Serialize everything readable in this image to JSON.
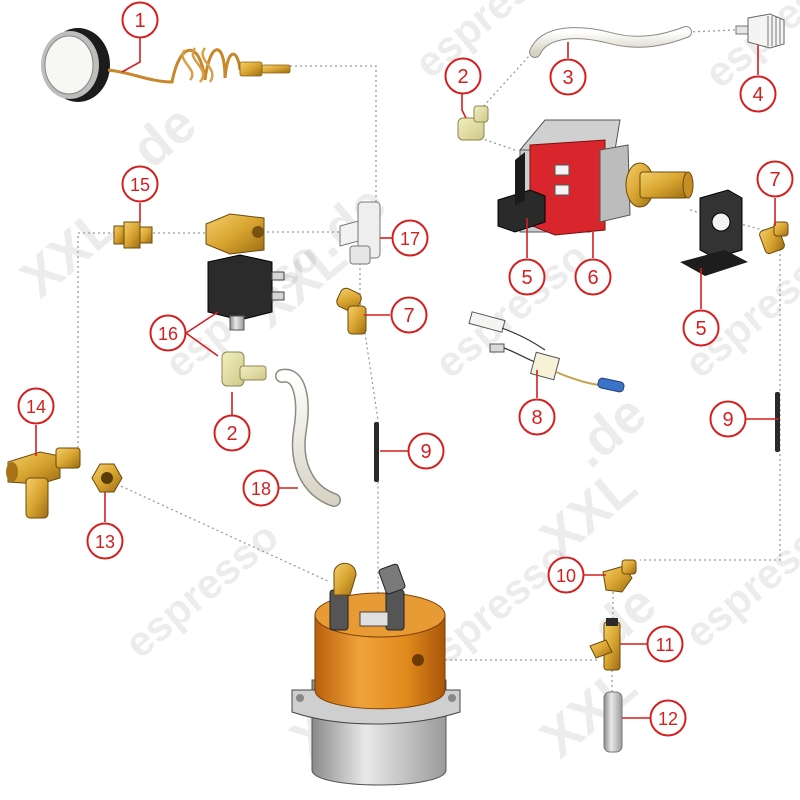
{
  "watermark": {
    "prefix": "espresso",
    "brand": "XXL",
    "suffix": ".de"
  },
  "colors": {
    "callout_stroke": "#d41f1f",
    "callout_text": "#d41f1f",
    "leader": "#d41f1f",
    "dotted_line": "#9a9a9a",
    "brass": "#d9a531",
    "boiler_orange": "#e8901f",
    "pump_red": "#d9262c"
  },
  "parts": [
    {
      "id": "p1",
      "label": "1",
      "name": "pressure gauge with capillary",
      "icon": "gauge-icon"
    },
    {
      "id": "p2a",
      "label": "2",
      "name": "angled hose connector",
      "icon": "elbow-connector-icon"
    },
    {
      "id": "p2b",
      "label": "2",
      "name": "angled hose connector",
      "icon": "elbow-connector-icon"
    },
    {
      "id": "p3",
      "label": "3",
      "name": "silicone hose",
      "icon": "hose-icon"
    },
    {
      "id": "p4",
      "label": "4",
      "name": "water inlet filter",
      "icon": "filter-icon"
    },
    {
      "id": "p5a",
      "label": "5",
      "name": "pump bracket",
      "icon": "bracket-icon"
    },
    {
      "id": "p5b",
      "label": "5",
      "name": "pump bracket",
      "icon": "bracket-icon"
    },
    {
      "id": "p6",
      "label": "6",
      "name": "vibration pump",
      "icon": "pump-icon"
    },
    {
      "id": "p7a",
      "label": "7",
      "name": "brass elbow fitting",
      "icon": "fitting-icon"
    },
    {
      "id": "p7b",
      "label": "7",
      "name": "brass elbow fitting",
      "icon": "fitting-icon"
    },
    {
      "id": "p8",
      "label": "8",
      "name": "temperature sensor cable",
      "icon": "sensor-icon"
    },
    {
      "id": "p9a",
      "label": "9",
      "name": "o-ring",
      "icon": "seal-icon"
    },
    {
      "id": "p9b",
      "label": "9",
      "name": "o-ring",
      "icon": "seal-icon"
    },
    {
      "id": "p10",
      "label": "10",
      "name": "brass angle fitting",
      "icon": "fitting-icon"
    },
    {
      "id": "p11",
      "label": "11",
      "name": "brass tee fitting",
      "icon": "tee-icon"
    },
    {
      "id": "p12",
      "label": "12",
      "name": "pipe",
      "icon": "pipe-icon"
    },
    {
      "id": "p13",
      "label": "13",
      "name": "hex nut",
      "icon": "nut-icon"
    },
    {
      "id": "p14",
      "label": "14",
      "name": "brass tee fitting",
      "icon": "tee-icon"
    },
    {
      "id": "p15",
      "label": "15",
      "name": "brass nipple",
      "icon": "nipple-icon"
    },
    {
      "id": "p16",
      "label": "16",
      "name": "solenoid valve",
      "icon": "valve-icon"
    },
    {
      "id": "p17",
      "label": "17",
      "name": "plastic tee connector",
      "icon": "tee-icon"
    },
    {
      "id": "p18",
      "label": "18",
      "name": "drain hose",
      "icon": "hose-icon"
    },
    {
      "id": "boiler",
      "label": "",
      "name": "boiler",
      "icon": "boiler-icon"
    }
  ]
}
